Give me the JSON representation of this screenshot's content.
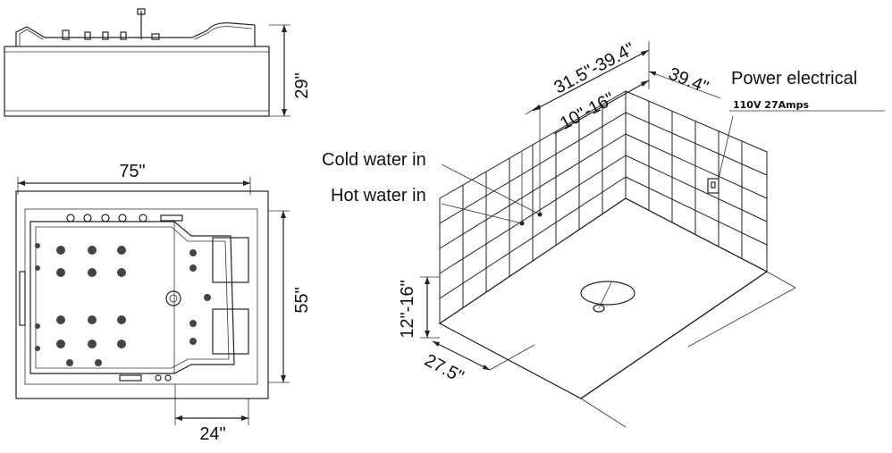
{
  "side_view": {
    "height_label": "29\""
  },
  "top_view": {
    "length_label": "75\"",
    "width_label": "55\"",
    "drain_offset_label": "24\""
  },
  "install_view": {
    "cold_water_label": "Cold water in",
    "hot_water_label": "Hot water in",
    "power_label": "Power electrical",
    "power_spec": "110V  27Amps",
    "dim_water_span": "31.5\"-39.4\"",
    "dim_water_height": "10\"-16\"",
    "dim_power_offset": "39.4\"",
    "dim_drain_height": "12\"-16\"",
    "dim_drain_offset": "27.5\""
  }
}
